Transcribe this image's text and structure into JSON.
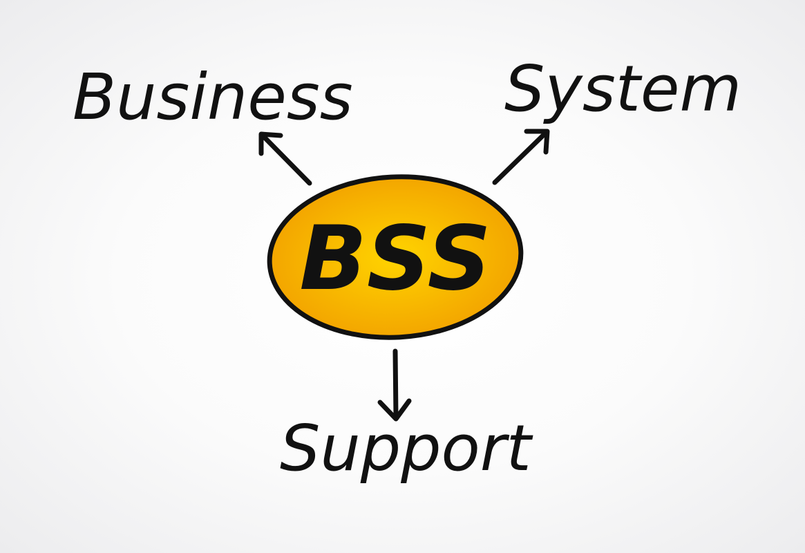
{
  "diagram": {
    "center": {
      "label": "BSS",
      "fill_inner": "#ffd400",
      "fill_outer": "#f2a100",
      "stroke": "#111111"
    },
    "branches": [
      {
        "label": "Business",
        "direction": "up-left"
      },
      {
        "label": "System",
        "direction": "up-right"
      },
      {
        "label": "Support",
        "direction": "down"
      }
    ]
  }
}
